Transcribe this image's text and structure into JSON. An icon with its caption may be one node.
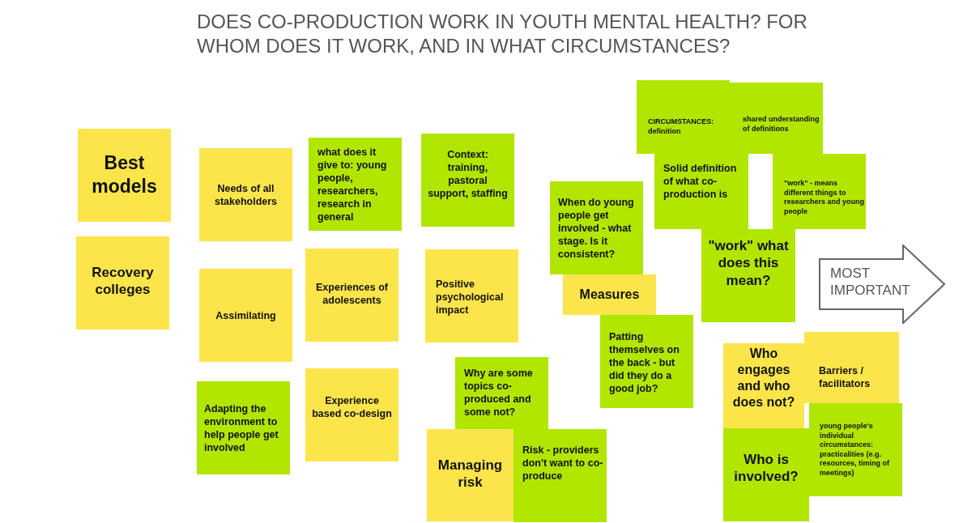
{
  "diagram": {
    "title": "DOES CO-PRODUCTION WORK IN YOUTH MENTAL HEALTH? FOR WHOM DOES IT WORK, AND IN WHAT CIRCUMSTANCES?",
    "nodes": [
      {
        "text": [
          "Best models"
        ]
      },
      {
        "text": [
          "Recovery colleges"
        ]
      },
      {
        "text": [
          "Needs of all stakeholders"
        ]
      },
      {
        "text": [
          "Assimilating"
        ]
      },
      {
        "text": [
          "Adapting the environment to help people get involved"
        ]
      },
      {
        "text": [
          "what does it give to: young people, researchers, research in general"
        ]
      },
      {
        "text": [
          "Experiences of adolescents"
        ]
      },
      {
        "text": [
          "Experience based co-design"
        ]
      },
      {
        "text": [
          "Context: training, pastoral support, staffing"
        ]
      },
      {
        "text": [
          "Positive psychological impact"
        ]
      },
      {
        "text": [
          "Why are some topics co-produced and some not?"
        ]
      },
      {
        "text": [
          "Managing risk"
        ]
      },
      {
        "text": [
          "Risk - providers don't want to co-produce"
        ]
      },
      {
        "text": [
          "When do young people get involved - what stage. Is it consistent?"
        ]
      },
      {
        "text": [
          "Measures"
        ]
      },
      {
        "text": [
          "Patting themselves on the back - but did they do a good job?"
        ]
      },
      {
        "text": [
          "CIRCUMSTANCES: definition"
        ]
      },
      {
        "text": [
          "shared understanding of definitions"
        ]
      },
      {
        "text": [
          "Solid definition of what co-production is"
        ]
      },
      {
        "text": [
          "\"work\" - means different things to researchers and young people"
        ]
      },
      {
        "text": [
          "\"work\" what does this mean?"
        ]
      },
      {
        "text": [
          "MOST IMPORTANT"
        ]
      },
      {
        "text": [
          "Who engages and who does not?"
        ]
      },
      {
        "text": [
          "Barriers / facilitators"
        ]
      },
      {
        "text": [
          "young people's individual circumstances: practicalities (e.g. resources, timing of meetings)"
        ]
      },
      {
        "text": [
          "Who is involved?"
        ]
      }
    ]
  }
}
